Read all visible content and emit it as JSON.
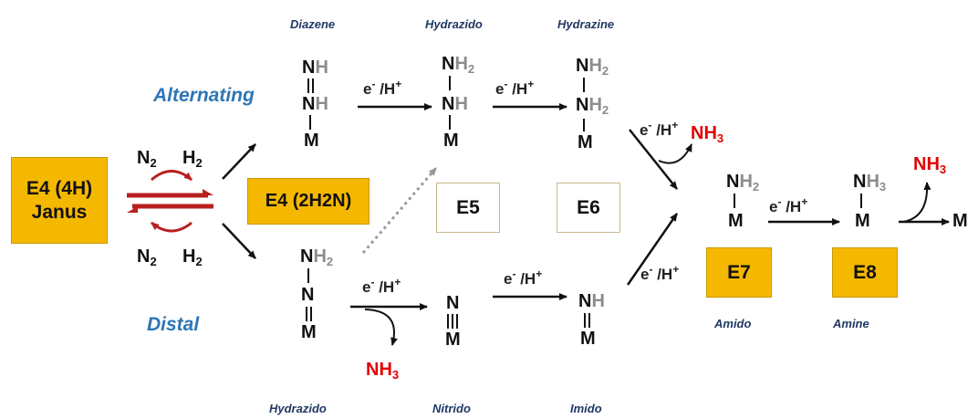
{
  "boxes": {
    "e4_janus": "E4 (4H)\nJanus",
    "e4_2h2n": "E4 (2H2N)",
    "e5": "E5",
    "e6": "E6",
    "e7": "E7",
    "e8": "E8"
  },
  "path_labels": {
    "alternating": "Alternating",
    "distal": "Distal"
  },
  "captions": {
    "diazene": "Diazene",
    "hydrazido_top": "Hydrazido",
    "hydrazine": "Hydrazine",
    "hydrazido_bottom": "Hydrazido",
    "nitrido": "Nitrido",
    "imido": "Imido",
    "amido": "Amido",
    "amine": "Amine"
  },
  "atoms": {
    "N": "N",
    "H": "H",
    "M": "M",
    "two": "2",
    "three": "3"
  },
  "electron_proton": {
    "e": "e",
    "minus": "-",
    "slash_h": " /H",
    "plus": "+"
  },
  "gases": {
    "n2": "N",
    "h2": "H",
    "nh3": "NH",
    "sub2": "2",
    "sub3": "3"
  },
  "colors": {
    "accent_orange": "#f5b800",
    "arrow_red": "#b81f1f",
    "nh3_red": "#e00000",
    "path_blue": "#2e75b6",
    "caption_navy": "#1f3864"
  }
}
